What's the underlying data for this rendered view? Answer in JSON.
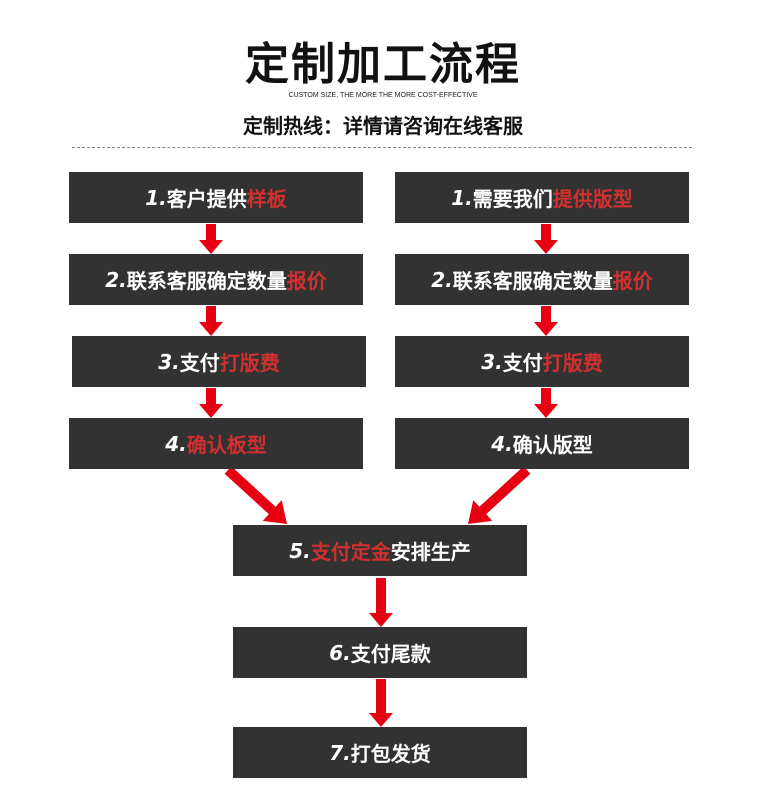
{
  "header": {
    "title": "定制加工流程",
    "subtitle": "CUSTOM SIZE, THE MORE THE MORE COST-EFFECTIVE",
    "hotline": "定制热线：详情请咨询在线客服"
  },
  "left_steps": [
    {
      "num": "1.",
      "parts": [
        {
          "t": "客户提供",
          "red": false
        },
        {
          "t": "样板",
          "red": true
        }
      ]
    },
    {
      "num": "2.",
      "parts": [
        {
          "t": "联系客服确定数量",
          "red": false
        },
        {
          "t": "报价",
          "red": true
        }
      ]
    },
    {
      "num": "3.",
      "parts": [
        {
          "t": "支付",
          "red": false
        },
        {
          "t": "打版费",
          "red": true
        }
      ]
    },
    {
      "num": "4.",
      "parts": [
        {
          "t": "确认板型",
          "red": true
        }
      ]
    }
  ],
  "right_steps": [
    {
      "num": "1.",
      "parts": [
        {
          "t": "需要我们",
          "red": false
        },
        {
          "t": "提供版型",
          "red": true
        }
      ]
    },
    {
      "num": "2.",
      "parts": [
        {
          "t": "联系客服确定数量",
          "red": false
        },
        {
          "t": "报价",
          "red": true
        }
      ]
    },
    {
      "num": "3.",
      "parts": [
        {
          "t": "支付",
          "red": false
        },
        {
          "t": "打版费",
          "red": true
        }
      ]
    },
    {
      "num": "4.",
      "parts": [
        {
          "t": "确认版型",
          "red": false
        }
      ]
    }
  ],
  "center_steps": [
    {
      "num": "5.",
      "parts": [
        {
          "t": "支付定金",
          "red": true
        },
        {
          "t": "安排生产",
          "red": false
        }
      ]
    },
    {
      "num": "6.",
      "parts": [
        {
          "t": "支付尾款",
          "red": false
        }
      ]
    },
    {
      "num": "7.",
      "parts": [
        {
          "t": "打包发货",
          "red": false
        }
      ]
    }
  ],
  "colors": {
    "box": "#323232",
    "arrow": "#e60012",
    "highlight": "#d03030"
  }
}
